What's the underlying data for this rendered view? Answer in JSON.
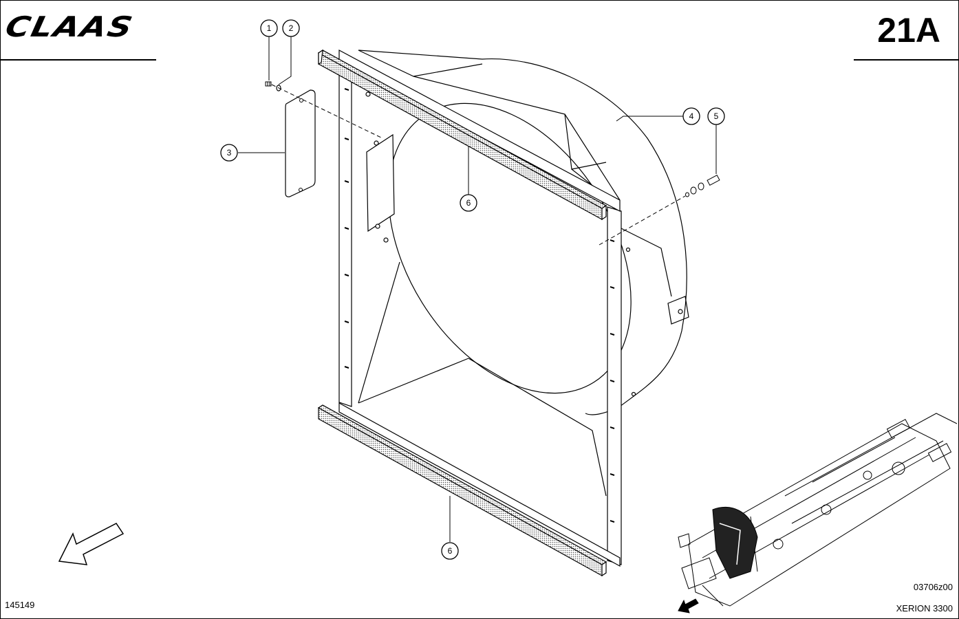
{
  "header": {
    "brand": "CLAAS",
    "page_number": "21A"
  },
  "footer": {
    "drawing_id": "145149",
    "reference_code": "03706z00",
    "model": "XERION 3300"
  },
  "callouts": {
    "c1": "1",
    "c2": "2",
    "c3": "3",
    "c4": "4",
    "c5": "5",
    "c6a": "6",
    "c6b": "6"
  },
  "icons": {
    "direction_arrow": "direction-arrow-icon",
    "locator": "chassis-locator-icon"
  }
}
